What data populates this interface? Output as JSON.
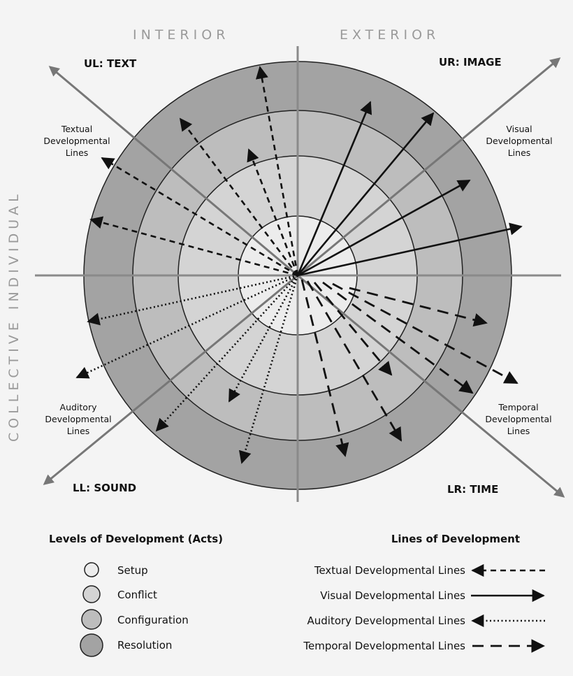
{
  "axes": {
    "top_left_word": "INTERIOR",
    "top_right_word": "EXTERIOR",
    "left_vertical": "COLLECTIVE   INDIVIDUAL"
  },
  "quadrants": {
    "ul": "UL: TEXT",
    "ur": "UR: IMAGE",
    "ll": "LL: SOUND",
    "lr": "LR: TIME"
  },
  "line_labels": {
    "textual": [
      "Textual",
      "Developmental",
      "Lines"
    ],
    "visual": [
      "Visual",
      "Developmental",
      "Lines"
    ],
    "auditory": [
      "Auditory",
      "Developmental",
      "Lines"
    ],
    "temporal": [
      "Temporal",
      "Developmental",
      "Lines"
    ]
  },
  "legend_levels": {
    "title": "Levels of Development (Acts)",
    "items": [
      "Setup",
      "Conflict",
      "Configuration",
      "Resolution"
    ]
  },
  "legend_lines": {
    "title": "Lines of Development",
    "items": [
      "Textual Developmental Lines",
      "Visual Developmental Lines",
      "Auditory Developmental Lines",
      "Temporal Developmental Lines"
    ]
  },
  "colors": {
    "setup": "#ececec",
    "conflict": "#d4d4d4",
    "configuration": "#bdbdbd",
    "resolution": "#a3a3a3",
    "axis": "#8a8a8a",
    "lines": "#111111"
  }
}
